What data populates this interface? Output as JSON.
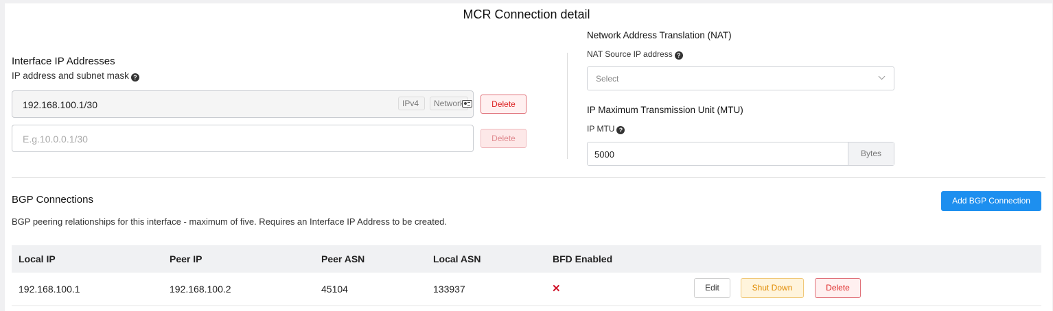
{
  "title": "MCR Connection detail",
  "interface": {
    "heading": "Interface IP Addresses",
    "sublabel": "IP address and subnet mask",
    "rows": [
      {
        "value": "192.168.100.1/30",
        "tag_version": "IPv4",
        "tag_type": "Network",
        "delete_label": "Delete"
      },
      {
        "placeholder": "E.g.10.0.0.1/30",
        "delete_label": "Delete"
      }
    ]
  },
  "nat": {
    "heading": "Network Address Translation (NAT)",
    "label": "NAT Source IP address",
    "select_placeholder": "Select"
  },
  "mtu": {
    "heading": "IP Maximum Transmission Unit (MTU)",
    "label": "IP MTU",
    "value": "5000",
    "unit": "Bytes"
  },
  "bgp": {
    "heading": "BGP Connections",
    "description": "BGP peering relationships for this interface - maximum of five. Requires an Interface IP Address to be created.",
    "add_label": "Add BGP Connection",
    "columns": [
      "Local IP",
      "Peer IP",
      "Peer ASN",
      "Local ASN",
      "BFD Enabled"
    ],
    "rows": [
      {
        "local_ip": "192.168.100.1",
        "peer_ip": "192.168.100.2",
        "peer_asn": "45104",
        "local_asn": "133937",
        "bfd": "✕",
        "edit": "Edit",
        "shutdown": "Shut Down",
        "delete": "Delete"
      }
    ]
  },
  "colors": {
    "accent": "#1d8fef",
    "danger": "#d22222",
    "warning": "#e08a00"
  },
  "help_icon": "?"
}
